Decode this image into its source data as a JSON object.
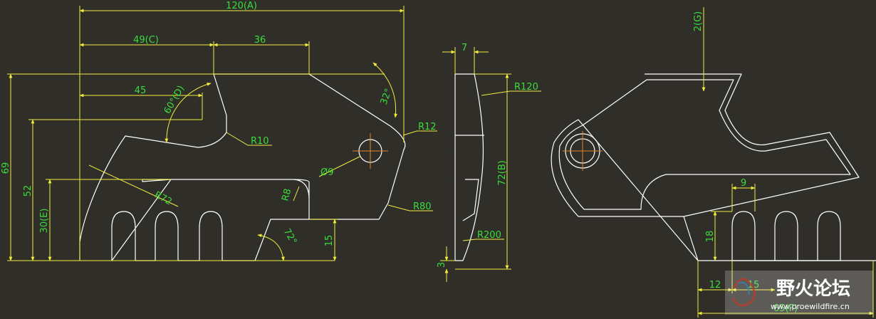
{
  "drawing": {
    "background": "#2f2e29",
    "geometry_color": "#ffffff",
    "dimension_line_color": "#f2ec3c",
    "dimension_text_color": "#3bdc3b",
    "centerline_color": "#e0872c"
  },
  "front_view": {
    "dims": {
      "overall_width": "120(A)",
      "width_c": "49(C)",
      "width_35": "36",
      "width_45": "45",
      "height_69": "69",
      "height_52": "52",
      "height_e": "30(E)",
      "height_15": "15",
      "angle_d": "60°(D)",
      "angle_32": "32°",
      "angle_72": "72°",
      "r10": "R10",
      "r12": "R12",
      "r72": "R72",
      "r8": "R8",
      "r80": "R80",
      "hole": "Ø9"
    }
  },
  "side_view": {
    "dims": {
      "thickness": "7",
      "r120": "R120",
      "height_b": "72(B)",
      "r200": "R200",
      "offset_3": "3"
    }
  },
  "right_view": {
    "dims": {
      "offset_g": "2(G)",
      "slot_w": "9",
      "slot_h": "18",
      "dim_12": "12",
      "dim_15": "15",
      "width_f": "65(F)"
    }
  },
  "watermark": {
    "name": "野火论坛",
    "url": "www.proewildfire.cn"
  }
}
